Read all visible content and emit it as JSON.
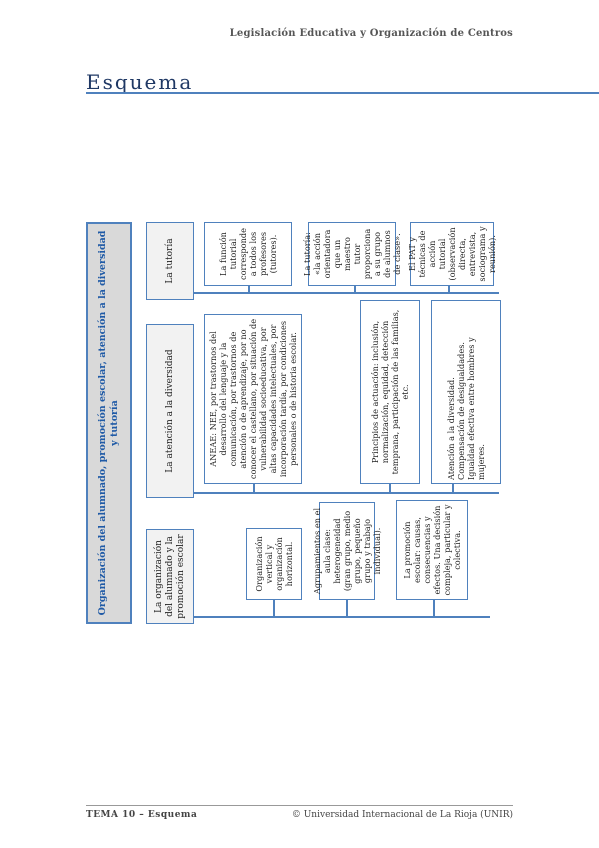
{
  "header": {
    "title": "Legislación Educativa y Organización de Centros"
  },
  "section": {
    "title": "Esquema"
  },
  "diagram": {
    "main": "Organización del alumnado, promoción escolar, atención a la diversidad y tutoría",
    "categories": [
      "La organización del alumnado y la promoción escolar",
      "La atención a la diversidad",
      "La tutoría"
    ],
    "org": [
      "Organización vertical y organización horizontal.",
      "Agrupamientos en el aula clase: heterogeneidad (gran grupo, medio grupo, pequeño grupo y trabajo individual).",
      "La promoción escolar: causas, consecuencias y efectos. Una decisión compleja, particular y colectiva."
    ],
    "div": [
      "ANEAE: NEE, por trastornos del desarrollo del lenguaje y la comunicación, por trastornos de atención o de aprendizaje, por no conocer el castellano, por situación de vulnerabilidad socioeducativa, por altas capacidades intelectuales, por incorporación tardía, por condiciones personales o de historia escolar.",
      "Principios de actuación: inclusión, normalización, equidad, detección temprana, participación de las familias, etc.",
      "Atención a la diversidad.\nCompensación de desigualdades.\nIgualdad efectiva entre hombres y mujeres."
    ],
    "tut": [
      "La función tutorial corresponde a todos los profesores (tutores).",
      "La tutoría: «la acción orientadora que un maestro tutor proporciona a su grupo de alumnos de clase».",
      "El PAT y técnicas de acción tutorial (observación directa, entrevista, sociograma y reunión)."
    ]
  },
  "footer": {
    "left": "TEMA 10 – Esquema",
    "right": "© Universidad Internacional de La Rioja (UNIR)"
  }
}
